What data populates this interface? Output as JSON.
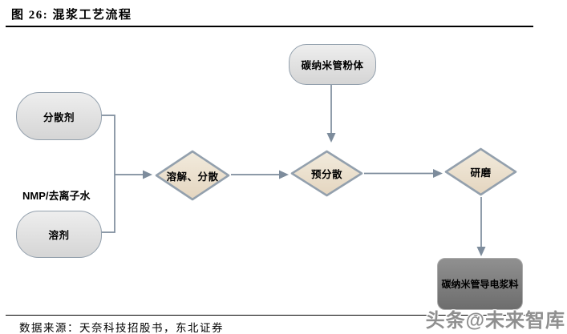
{
  "figure": {
    "title": "图 26: 混浆工艺流程",
    "source": "数据来源：天奈科技招股书，东北证券",
    "watermark": "头条@未来智库"
  },
  "flowchart": {
    "nodes": {
      "cnt_powder": {
        "label": "碳纳米管粉体",
        "shape": "stadium"
      },
      "dispersant": {
        "label": "分散剂",
        "shape": "stadium"
      },
      "solvent_note": {
        "label": "NMP/去离子水",
        "shape": "text-label"
      },
      "solvent": {
        "label": "溶剂",
        "shape": "stadium"
      },
      "dissolve_disperse": {
        "label": "溶解、分散",
        "shape": "diamond"
      },
      "pre_disperse": {
        "label": "预分散",
        "shape": "diamond"
      },
      "grind": {
        "label": "研磨",
        "shape": "diamond"
      },
      "cnt_slurry": {
        "label": "碳纳米管导电浆料",
        "shape": "rounded-rect"
      }
    },
    "edges": [
      {
        "from": "dispersant",
        "to": "dissolve_disperse"
      },
      {
        "from": "solvent",
        "to": "dissolve_disperse"
      },
      {
        "from": "cnt_powder",
        "to": "pre_disperse"
      },
      {
        "from": "dissolve_disperse",
        "to": "pre_disperse"
      },
      {
        "from": "pre_disperse",
        "to": "grind"
      },
      {
        "from": "grind",
        "to": "cnt_slurry"
      }
    ]
  },
  "theme": {
    "line-color": "#7d8c9c",
    "node-border": "#93a0ad",
    "stadium-fill-top": "#eeeeee",
    "stadium-fill-bottom": "#d5d5d5",
    "diamond-fill-top": "#f2ebdd",
    "diamond-fill-bottom": "#e4d5bf",
    "dark-fill-top": "#909090",
    "dark-fill-bottom": "#6d6d6d",
    "dark-border": "#ababab",
    "watermark-color": "#8f8f8f",
    "rule-color": "#000000"
  }
}
